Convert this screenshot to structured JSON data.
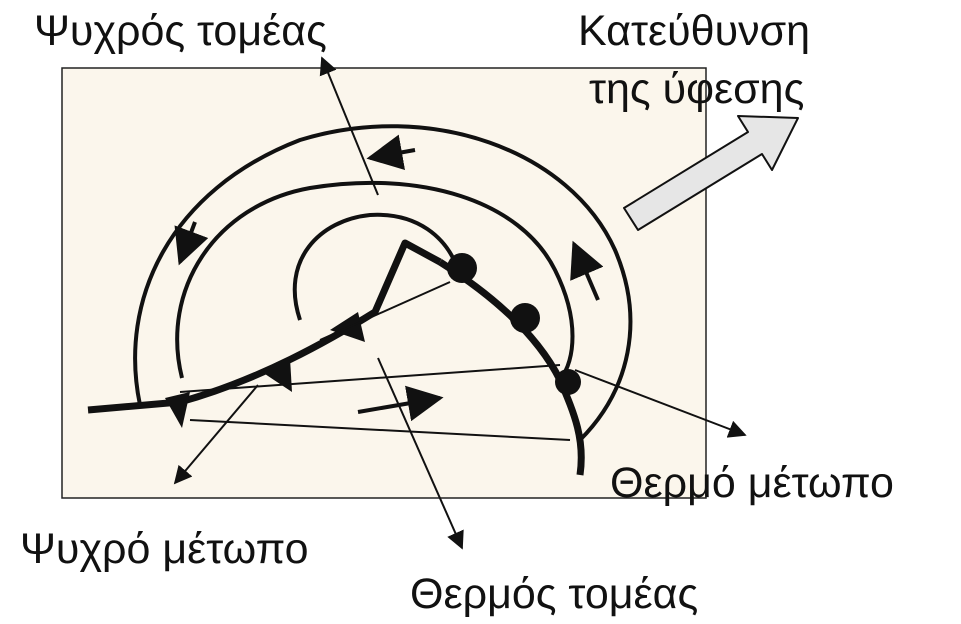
{
  "labels": {
    "cold_sector": "Ψυχρός τομέας",
    "direction_line1": "Κατεύθυνση",
    "direction_line2": "της ύφεσης",
    "warm_front": "Θερμό μέτωπο",
    "cold_front": "Ψυχρό μέτωπο",
    "warm_sector": "Θερμός τομέας"
  },
  "colors": {
    "panel": "#fbf6ec",
    "ink": "#111111",
    "motion_arrow_fill": "#e6e6e6"
  }
}
